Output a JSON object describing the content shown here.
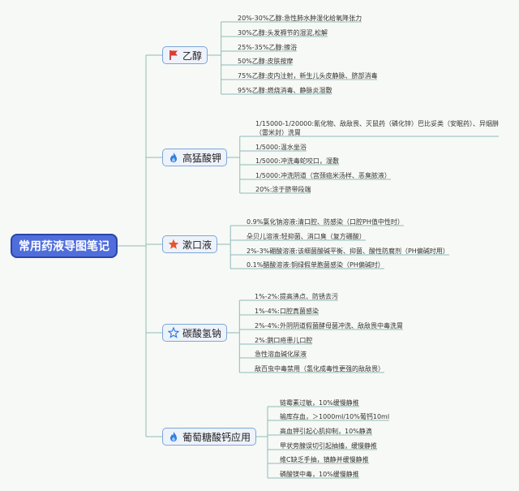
{
  "title": "常用药液导图笔记",
  "colors": {
    "line": "#8fbcb6",
    "central": "#4f6edb",
    "branch_border": "#7ea7d6"
  },
  "branches": [
    {
      "label": "乙醇",
      "icon": "red-flag-icon",
      "items": [
        "20%-30%乙醇:急性肺水肿湿化给氧降张力",
        "30%乙醇:头发褥节的湿泥,松解",
        "25%-35%乙醇:擦浴",
        "50%乙醇:皮肤按摩",
        "75%乙醇:皮内注射，新生儿头皮静脉、脐部消毒",
        "95%乙醇:燃烧消毒、静脉炎湿敷"
      ]
    },
    {
      "label": "高猛酸钾",
      "icon": "blue-flame-icon",
      "items": [
        "1/15000-1/20000:氰化物、敌敌畏、灭鼠药（磷化锌）巴比妥类（安眠药）、异烟肼（雷米封）洗胃",
        "1/5000:温水坐浴",
        "1/5000:冲洗毒蛇咬口，湿敷",
        "1/5000:冲洗阴道（宫颈癌米汤样、恶臭脓液）",
        "20%:涂于脐带段端"
      ]
    },
    {
      "label": "漱口液",
      "icon": "orange-star-icon",
      "items": [
        "0.9%氯化钠溶液:清口腔、防感染（口腔PH值中性时）",
        "朵贝儿溶液:轻抑菌、消口臭（复方硼酸）",
        "2%-3%硼酸溶液:该细菌酸碱平衡、抑菌、酸性防腐剂（PH偏碱时用）",
        "0.1%醋酸溶液:铜绿假单胞菌感染（PH偏碱时）"
      ]
    },
    {
      "label": "碳酸氢钠",
      "icon": "star-outline-icon",
      "items": [
        "1%-2%:提高沸点、防锈去污",
        "1%-4%:口腔真菌感染",
        "2%-4%:外阴阴道假菌酵母菌冲洗、敌敌畏中毒洗胃",
        "2%:鹅口疮患儿口腔",
        "急性溶血碱化尿液",
        "敌百虫中毒禁用（氢化成毒性更强的敌敌畏）"
      ]
    },
    {
      "label": "葡萄糖酸钙应用",
      "icon": "blue-flame-icon",
      "items": [
        "链霉素过敏，10%缓慢静推",
        "输库存血，＞1000ml/10%葡钙10ml",
        "高血钾引起心肌抑制，10%静滴",
        "甲状旁腺误切引起抽搐，缓慢静推",
        "维C缺乏手抽，镇静并缓慢静推",
        "磷酸镁中毒，10%缓慢静推"
      ]
    }
  ]
}
